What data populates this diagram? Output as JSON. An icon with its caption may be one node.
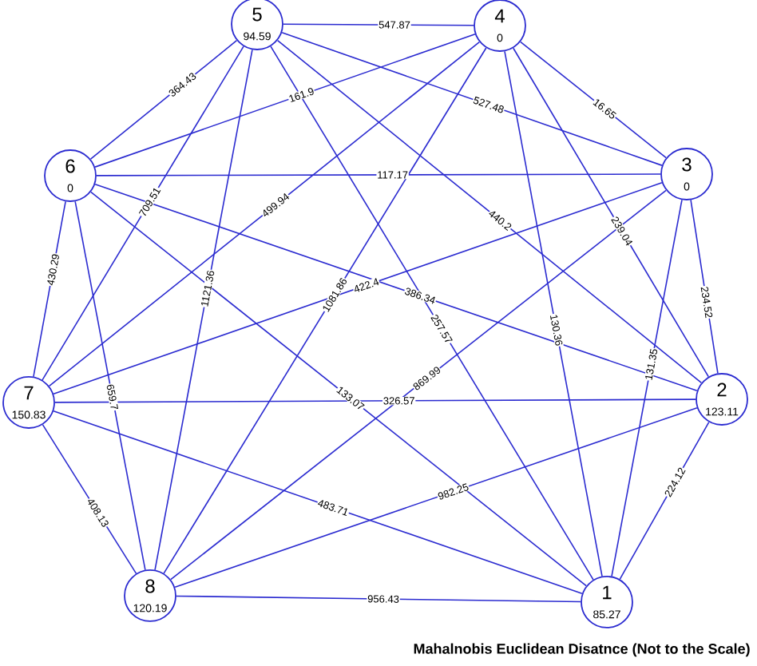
{
  "diagram": {
    "caption": "Mahalnobis Euclidean Disatnce (Not to the Scale)",
    "nodes": [
      {
        "text": [
          "1",
          "85.27"
        ]
      },
      {
        "text": [
          "2",
          "123.11"
        ]
      },
      {
        "text": [
          "3",
          "0"
        ]
      },
      {
        "text": [
          "4",
          "0"
        ]
      },
      {
        "text": [
          "5",
          "94.59"
        ]
      },
      {
        "text": [
          "6",
          "0"
        ]
      },
      {
        "text": [
          "7",
          "150.83"
        ]
      },
      {
        "text": [
          "8",
          "120.19"
        ]
      }
    ],
    "edges": [
      {
        "from": 4,
        "to": 3,
        "arrow": "none",
        "label": "547.87"
      },
      {
        "from": 4,
        "to": 5,
        "arrow": "none",
        "label": "364.43"
      },
      {
        "from": 5,
        "to": 3,
        "arrow": "none",
        "label": "161.9"
      },
      {
        "from": 4,
        "to": 2,
        "arrow": "none",
        "label": "527.48"
      },
      {
        "from": 3,
        "to": 2,
        "arrow": "none",
        "label": "16.65"
      },
      {
        "from": 5,
        "to": 2,
        "arrow": "none",
        "label": "117.17"
      },
      {
        "from": 4,
        "to": 6,
        "arrow": "none",
        "label": "709.51"
      },
      {
        "from": 3,
        "to": 6,
        "arrow": "none",
        "label": "499.94"
      },
      {
        "from": 5,
        "to": 6,
        "arrow": "none",
        "label": "430.29"
      },
      {
        "from": 4,
        "to": 7,
        "arrow": "none",
        "label": "1121.36"
      },
      {
        "from": 3,
        "to": 7,
        "arrow": "none",
        "label": "1081.86"
      },
      {
        "from": 6,
        "to": 2,
        "arrow": "none",
        "label": "422.4"
      },
      {
        "from": 5,
        "to": 1,
        "arrow": "none",
        "label": "386.34"
      },
      {
        "from": 4,
        "to": 1,
        "arrow": "none",
        "label": "440.2"
      },
      {
        "from": 4,
        "to": 0,
        "arrow": "none",
        "label": "257.57"
      },
      {
        "from": 3,
        "to": 1,
        "arrow": "none",
        "label": "239.04"
      },
      {
        "from": 3,
        "to": 0,
        "arrow": "none",
        "label": "130.36"
      },
      {
        "from": 2,
        "to": 1,
        "arrow": "none",
        "label": "234.52"
      },
      {
        "from": 2,
        "to": 0,
        "arrow": "none",
        "label": "131.35"
      },
      {
        "from": 1,
        "to": 0,
        "arrow": "none",
        "label": "224.12"
      },
      {
        "from": 2,
        "to": 7,
        "arrow": "none",
        "label": "869.99"
      },
      {
        "from": 6,
        "to": 1,
        "arrow": "none",
        "label": "326.57"
      },
      {
        "from": 5,
        "to": 0,
        "arrow": "none",
        "label": "133.07"
      },
      {
        "from": 5,
        "to": 7,
        "arrow": "none",
        "label": "659.7"
      },
      {
        "from": 6,
        "to": 7,
        "arrow": "none",
        "label": "408.13"
      },
      {
        "from": 6,
        "to": 0,
        "arrow": "none",
        "label": "483.71"
      },
      {
        "from": 7,
        "to": 1,
        "arrow": "none",
        "label": "982.25"
      },
      {
        "from": 7,
        "to": 0,
        "arrow": "none",
        "label": "956.43"
      }
    ]
  }
}
